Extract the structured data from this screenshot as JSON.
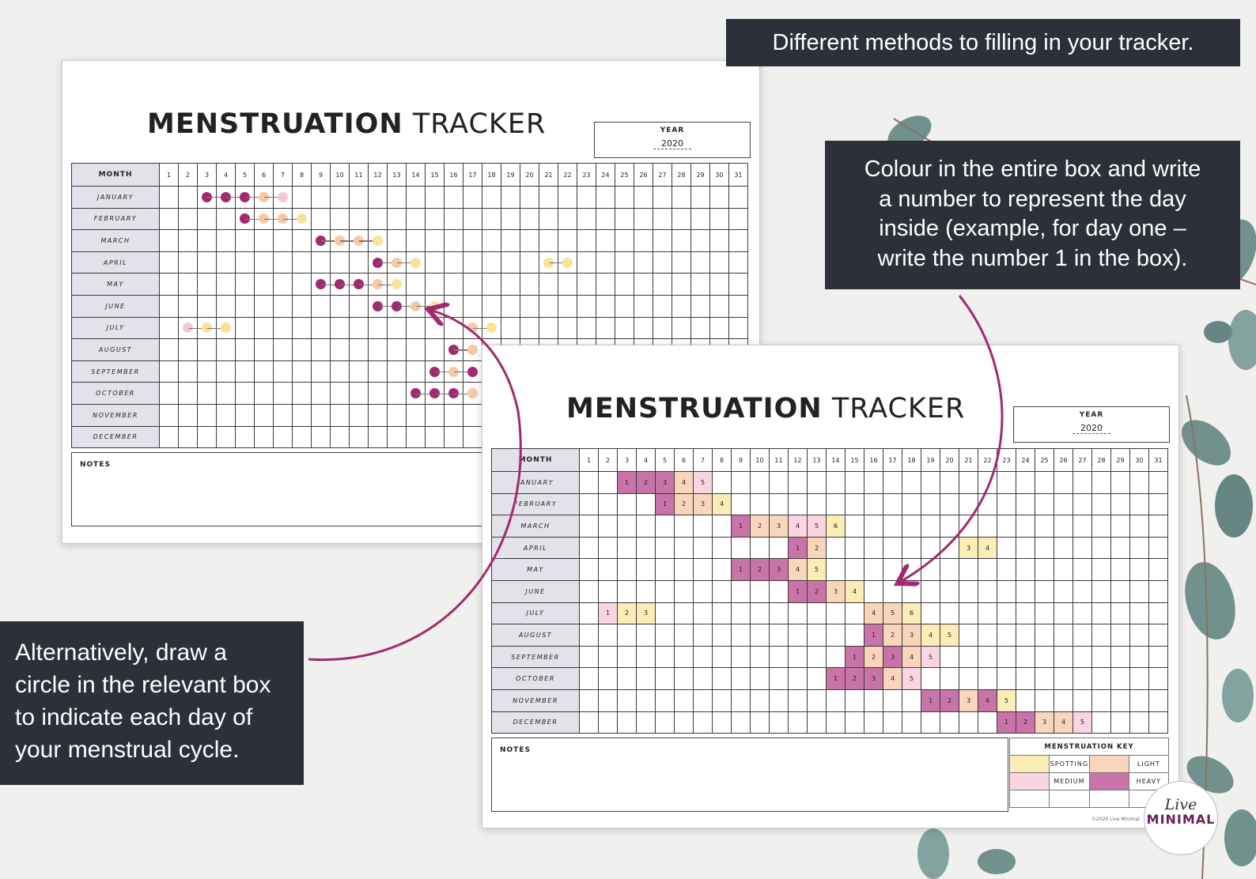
{
  "colors": {
    "heavy": "#a3296f",
    "medium": "#f6c7d8",
    "light": "#f6c8a5",
    "spotting": "#f9e39a",
    "heavy_fill": "#c874a8",
    "medium_fill": "#f9d5e2",
    "light_fill": "#f9d5bb",
    "spotting_fill": "#fbedb6",
    "callout_bg": "#2c3038",
    "arrow": "#a2296f"
  },
  "callouts": {
    "top": "Different methods to filling in your tracker.",
    "right": [
      "Colour in the entire box and write",
      "a number to represent the day",
      "inside (example, for day one –",
      "write the number 1 in the box)."
    ],
    "left": [
      "Alternatively, draw a",
      "circle in the relevant box",
      "to indicate each day of",
      "your menstrual cycle."
    ]
  },
  "tracker": {
    "title_bold": "MENSTRUATION",
    "title_light": "TRACKER",
    "year_label": "YEAR",
    "year_value": "2020",
    "month_header": "MONTH",
    "days": [
      1,
      2,
      3,
      4,
      5,
      6,
      7,
      8,
      9,
      10,
      11,
      12,
      13,
      14,
      15,
      16,
      17,
      18,
      19,
      20,
      21,
      22,
      23,
      24,
      25,
      26,
      27,
      28,
      29,
      30,
      31
    ],
    "months": [
      "JANUARY",
      "FEBRUARY",
      "MARCH",
      "APRIL",
      "MAY",
      "JUNE",
      "JULY",
      "AUGUST",
      "SEPTEMBER",
      "OCTOBER",
      "NOVEMBER",
      "DECEMBER"
    ],
    "notes_label": "NOTES"
  },
  "circle_entries": [
    {
      "month": 0,
      "day": 3,
      "level": "heavy",
      "join": false
    },
    {
      "month": 0,
      "day": 4,
      "level": "heavy",
      "join": true
    },
    {
      "month": 0,
      "day": 5,
      "level": "heavy",
      "join": true
    },
    {
      "month": 0,
      "day": 6,
      "level": "light",
      "join": true
    },
    {
      "month": 0,
      "day": 7,
      "level": "medium",
      "join": true
    },
    {
      "month": 1,
      "day": 5,
      "level": "heavy",
      "join": false
    },
    {
      "month": 1,
      "day": 6,
      "level": "light",
      "join": true
    },
    {
      "month": 1,
      "day": 7,
      "level": "light",
      "join": true
    },
    {
      "month": 1,
      "day": 8,
      "level": "spotting",
      "join": true
    },
    {
      "month": 2,
      "day": 9,
      "level": "heavy",
      "join": false
    },
    {
      "month": 2,
      "day": 10,
      "level": "light",
      "join": true
    },
    {
      "month": 2,
      "day": 11,
      "level": "light",
      "join": true
    },
    {
      "month": 2,
      "day": 12,
      "level": "spotting",
      "join": true
    },
    {
      "month": 3,
      "day": 12,
      "level": "heavy",
      "join": false
    },
    {
      "month": 3,
      "day": 13,
      "level": "light",
      "join": true
    },
    {
      "month": 3,
      "day": 14,
      "level": "spotting",
      "join": true
    },
    {
      "month": 3,
      "day": 21,
      "level": "spotting",
      "join": false
    },
    {
      "month": 3,
      "day": 22,
      "level": "spotting",
      "join": true
    },
    {
      "month": 4,
      "day": 9,
      "level": "heavy",
      "join": false
    },
    {
      "month": 4,
      "day": 10,
      "level": "heavy",
      "join": true
    },
    {
      "month": 4,
      "day": 11,
      "level": "heavy",
      "join": true
    },
    {
      "month": 4,
      "day": 12,
      "level": "light",
      "join": true
    },
    {
      "month": 4,
      "day": 13,
      "level": "spotting",
      "join": true
    },
    {
      "month": 5,
      "day": 12,
      "level": "heavy",
      "join": false
    },
    {
      "month": 5,
      "day": 13,
      "level": "heavy",
      "join": true
    },
    {
      "month": 5,
      "day": 14,
      "level": "light",
      "join": true
    },
    {
      "month": 5,
      "day": 15,
      "level": "spotting",
      "join": true
    },
    {
      "month": 6,
      "day": 2,
      "level": "medium",
      "join": false
    },
    {
      "month": 6,
      "day": 3,
      "level": "spotting",
      "join": true
    },
    {
      "month": 6,
      "day": 4,
      "level": "spotting",
      "join": true
    },
    {
      "month": 6,
      "day": 17,
      "level": "light",
      "join": false
    },
    {
      "month": 6,
      "day": 18,
      "level": "spotting",
      "join": true
    },
    {
      "month": 7,
      "day": 16,
      "level": "heavy",
      "join": false
    },
    {
      "month": 7,
      "day": 17,
      "level": "light",
      "join": true
    },
    {
      "month": 8,
      "day": 15,
      "level": "heavy",
      "join": false
    },
    {
      "month": 8,
      "day": 16,
      "level": "light",
      "join": true
    },
    {
      "month": 8,
      "day": 17,
      "level": "heavy",
      "join": true
    },
    {
      "month": 9,
      "day": 14,
      "level": "heavy",
      "join": false
    },
    {
      "month": 9,
      "day": 15,
      "level": "heavy",
      "join": true
    },
    {
      "month": 9,
      "day": 16,
      "level": "heavy",
      "join": true
    },
    {
      "month": 9,
      "day": 17,
      "level": "light",
      "join": true
    }
  ],
  "filled_entries": [
    {
      "month": 0,
      "day": 3,
      "n": "1",
      "level": "heavy"
    },
    {
      "month": 0,
      "day": 4,
      "n": "2",
      "level": "heavy"
    },
    {
      "month": 0,
      "day": 5,
      "n": "3",
      "level": "heavy"
    },
    {
      "month": 0,
      "day": 6,
      "n": "4",
      "level": "light"
    },
    {
      "month": 0,
      "day": 7,
      "n": "5",
      "level": "medium"
    },
    {
      "month": 1,
      "day": 5,
      "n": "1",
      "level": "heavy"
    },
    {
      "month": 1,
      "day": 6,
      "n": "2",
      "level": "light"
    },
    {
      "month": 1,
      "day": 7,
      "n": "3",
      "level": "light"
    },
    {
      "month": 1,
      "day": 8,
      "n": "4",
      "level": "spotting"
    },
    {
      "month": 2,
      "day": 9,
      "n": "1",
      "level": "heavy"
    },
    {
      "month": 2,
      "day": 10,
      "n": "2",
      "level": "light"
    },
    {
      "month": 2,
      "day": 11,
      "n": "3",
      "level": "light"
    },
    {
      "month": 2,
      "day": 12,
      "n": "4",
      "level": "medium"
    },
    {
      "month": 2,
      "day": 13,
      "n": "5",
      "level": "medium"
    },
    {
      "month": 2,
      "day": 14,
      "n": "6",
      "level": "spotting"
    },
    {
      "month": 3,
      "day": 12,
      "n": "1",
      "level": "heavy"
    },
    {
      "month": 3,
      "day": 13,
      "n": "2",
      "level": "light"
    },
    {
      "month": 3,
      "day": 21,
      "n": "3",
      "level": "spotting"
    },
    {
      "month": 3,
      "day": 22,
      "n": "4",
      "level": "spotting"
    },
    {
      "month": 4,
      "day": 9,
      "n": "1",
      "level": "heavy"
    },
    {
      "month": 4,
      "day": 10,
      "n": "2",
      "level": "heavy"
    },
    {
      "month": 4,
      "day": 11,
      "n": "3",
      "level": "heavy"
    },
    {
      "month": 4,
      "day": 12,
      "n": "4",
      "level": "light"
    },
    {
      "month": 4,
      "day": 13,
      "n": "5",
      "level": "spotting"
    },
    {
      "month": 5,
      "day": 12,
      "n": "1",
      "level": "heavy"
    },
    {
      "month": 5,
      "day": 13,
      "n": "2",
      "level": "heavy"
    },
    {
      "month": 5,
      "day": 14,
      "n": "3",
      "level": "light"
    },
    {
      "month": 5,
      "day": 15,
      "n": "4",
      "level": "spotting"
    },
    {
      "month": 6,
      "day": 2,
      "n": "1",
      "level": "medium"
    },
    {
      "month": 6,
      "day": 3,
      "n": "2",
      "level": "spotting"
    },
    {
      "month": 6,
      "day": 4,
      "n": "3",
      "level": "spotting"
    },
    {
      "month": 6,
      "day": 16,
      "n": "4",
      "level": "light"
    },
    {
      "month": 6,
      "day": 17,
      "n": "5",
      "level": "light"
    },
    {
      "month": 6,
      "day": 18,
      "n": "6",
      "level": "spotting"
    },
    {
      "month": 7,
      "day": 16,
      "n": "1",
      "level": "heavy"
    },
    {
      "month": 7,
      "day": 17,
      "n": "2",
      "level": "light"
    },
    {
      "month": 7,
      "day": 18,
      "n": "3",
      "level": "light"
    },
    {
      "month": 7,
      "day": 19,
      "n": "4",
      "level": "spotting"
    },
    {
      "month": 7,
      "day": 20,
      "n": "5",
      "level": "spotting"
    },
    {
      "month": 8,
      "day": 15,
      "n": "1",
      "level": "heavy"
    },
    {
      "month": 8,
      "day": 16,
      "n": "2",
      "level": "light"
    },
    {
      "month": 8,
      "day": 17,
      "n": "3",
      "level": "heavy"
    },
    {
      "month": 8,
      "day": 18,
      "n": "4",
      "level": "light"
    },
    {
      "month": 8,
      "day": 19,
      "n": "5",
      "level": "medium"
    },
    {
      "month": 9,
      "day": 14,
      "n": "1",
      "level": "heavy"
    },
    {
      "month": 9,
      "day": 15,
      "n": "2",
      "level": "heavy"
    },
    {
      "month": 9,
      "day": 16,
      "n": "3",
      "level": "heavy"
    },
    {
      "month": 9,
      "day": 17,
      "n": "4",
      "level": "light"
    },
    {
      "month": 9,
      "day": 18,
      "n": "5",
      "level": "medium"
    },
    {
      "month": 10,
      "day": 19,
      "n": "1",
      "level": "heavy"
    },
    {
      "month": 10,
      "day": 20,
      "n": "2",
      "level": "heavy"
    },
    {
      "month": 10,
      "day": 21,
      "n": "3",
      "level": "light"
    },
    {
      "month": 10,
      "day": 22,
      "n": "4",
      "level": "heavy"
    },
    {
      "month": 10,
      "day": 23,
      "n": "5",
      "level": "spotting"
    },
    {
      "month": 11,
      "day": 23,
      "n": "1",
      "level": "heavy"
    },
    {
      "month": 11,
      "day": 24,
      "n": "2",
      "level": "heavy"
    },
    {
      "month": 11,
      "day": 25,
      "n": "3",
      "level": "light"
    },
    {
      "month": 11,
      "day": 26,
      "n": "4",
      "level": "light"
    },
    {
      "month": 11,
      "day": 27,
      "n": "5",
      "level": "medium"
    }
  ],
  "key": {
    "title": "MENSTRUATION KEY",
    "spotting": "SPOTTING",
    "light": "LIGHT",
    "medium": "MEDIUM",
    "heavy": "HEAVY"
  },
  "copyright": "©2020 Live Minimal",
  "logo": {
    "line1": "Live",
    "line2": "MINIMAL"
  }
}
